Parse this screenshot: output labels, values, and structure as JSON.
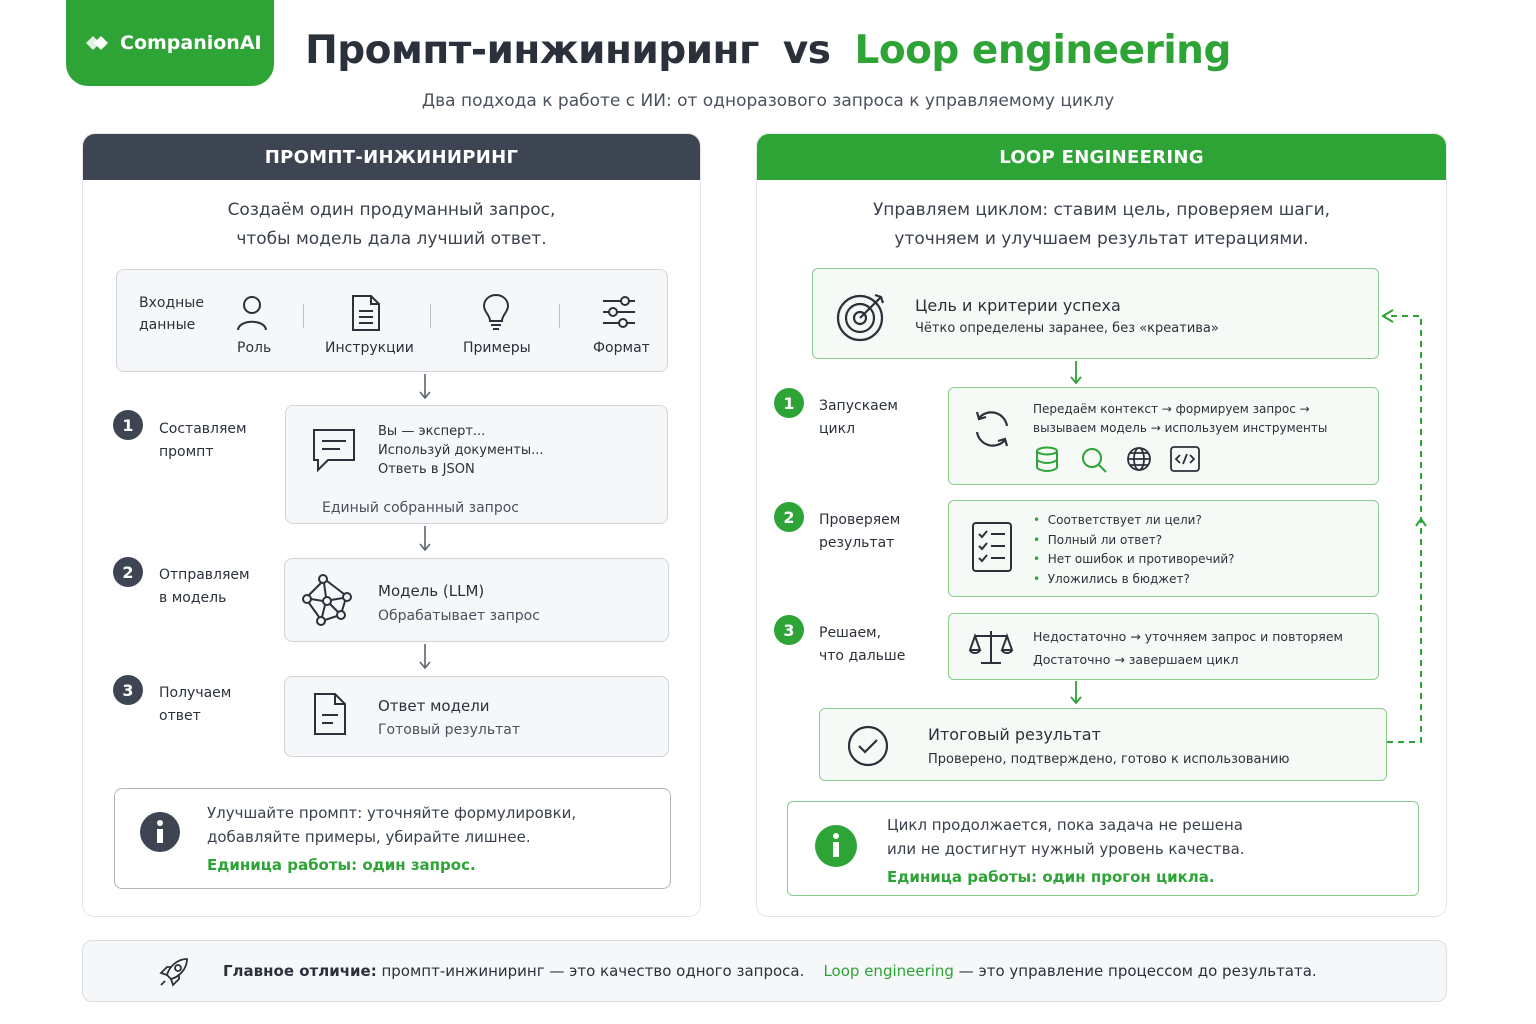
{
  "logo": {
    "text": "CompanionAI"
  },
  "header": {
    "title_left": "Промпт-инжиниринг",
    "title_vs": "vs",
    "title_right": "Loop engineering",
    "subtitle": "Два подхода к работе с ИИ: от одноразового запроса к управляемому циклу"
  },
  "left": {
    "heading": "ПРОМПТ-ИНЖИНИРИНГ",
    "desc_line1": "Создаём один продуманный запрос,",
    "desc_line2": "чтобы модель дала лучший ответ.",
    "inputs": {
      "label_line1": "Входные",
      "label_line2": "данные",
      "items": [
        "Роль",
        "Инструкции",
        "Примеры",
        "Формат"
      ]
    },
    "steps": [
      {
        "num": "1",
        "label_line1": "Составляем",
        "label_line2": "промпт",
        "lines": [
          "Вы — эксперт...",
          "Используй документы...",
          "Ответь в JSON"
        ],
        "caption": "Единый собранный запрос"
      },
      {
        "num": "2",
        "label_line1": "Отправляем",
        "label_line2": "в модель",
        "title": "Модель (LLM)",
        "caption": "Обрабатывает запрос"
      },
      {
        "num": "3",
        "label_line1": "Получаем",
        "label_line2": "ответ",
        "title": "Ответ модели",
        "caption": "Готовый результат"
      }
    ],
    "info": {
      "line1": "Улучшайте промпт: уточняйте формулировки,",
      "line2": "добавляйте примеры, убирайте лишнее.",
      "accent": "Единица работы: один запрос."
    }
  },
  "right": {
    "heading": "LOOP ENGINEERING",
    "desc_line1": "Управляем циклом: ставим цель, проверяем шаги,",
    "desc_line2": "уточняем и улучшаем результат итерациями.",
    "goal": {
      "title": "Цель и критерии успеха",
      "caption": "Чётко определены заранее, без «креатива»"
    },
    "steps": [
      {
        "num": "1",
        "label_line1": "Запускаем",
        "label_line2": "цикл",
        "line1": "Передаём контекст → формируем запрос →",
        "line2": "вызываем модель → используем инструменты"
      },
      {
        "num": "2",
        "label_line1": "Проверяем",
        "label_line2": "результат",
        "checks": [
          "Соответствует ли цели?",
          "Полный ли ответ?",
          "Нет ошибок и противоречий?",
          "Уложились в бюджет?"
        ]
      },
      {
        "num": "3",
        "label_line1": "Решаем,",
        "label_line2": "что дальше",
        "line1": "Недостаточно → уточняем запрос и повторяем",
        "line2": "Достаточно → завершаем цикл"
      }
    ],
    "result": {
      "title": "Итоговый результат",
      "caption": "Проверено, подтверждено, готово к использованию"
    },
    "info": {
      "line1": "Цикл продолжается, пока задача не решена",
      "line2": "или не достигнут нужный уровень качества.",
      "accent": "Единица работы: один прогон цикла."
    }
  },
  "footer": {
    "bold": "Главное отличие:",
    "part1": " промпт-инжиниринг — это качество одного запроса.",
    "green": "Loop engineering",
    "part2": " — это управление процессом до результата."
  },
  "colors": {
    "green": "#2ea436",
    "dark": "#3e4552"
  },
  "icons": [
    "logo-icon",
    "person-icon",
    "document-icon",
    "lightbulb-icon",
    "sliders-icon",
    "chat-icon",
    "network-icon",
    "file-icon",
    "info-icon",
    "target-icon",
    "refresh-icon",
    "database-icon",
    "search-icon",
    "globe-icon",
    "code-icon",
    "checklist-icon",
    "scales-icon",
    "check-circle-icon",
    "rocket-icon"
  ]
}
